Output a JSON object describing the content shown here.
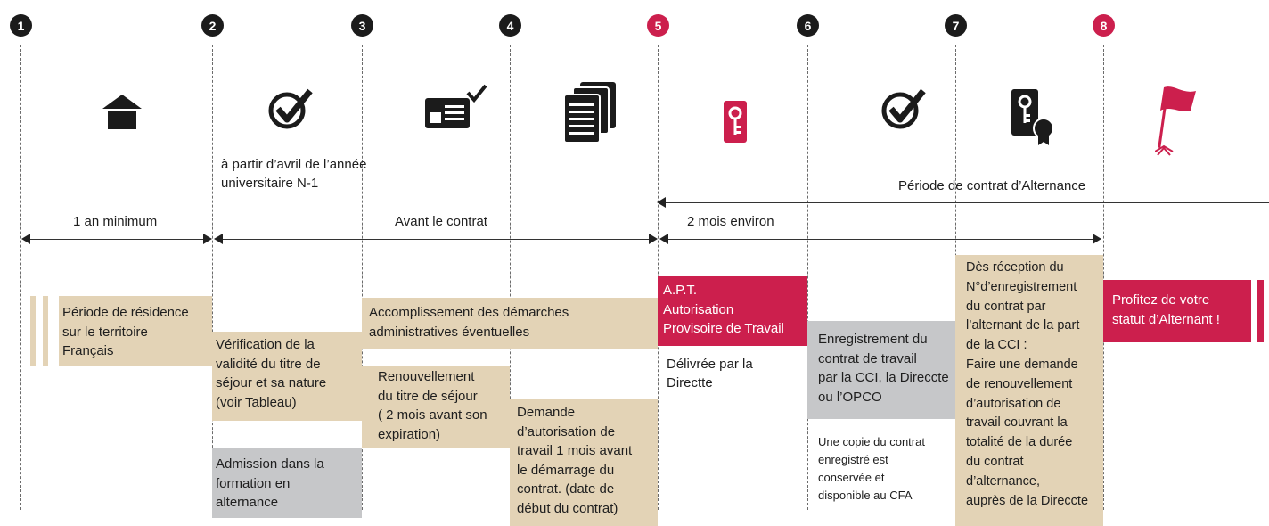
{
  "steps": [
    "1",
    "2",
    "3",
    "4",
    "5",
    "6",
    "7",
    "8"
  ],
  "icons": [
    "home-icon",
    "checkmark-icon",
    "id-card-check-icon",
    "documents-icon",
    "key-badge-icon",
    "checkmark-icon",
    "certificate-key-icon",
    "flag-icon"
  ],
  "colors": {
    "tan": "#e3d3b6",
    "grey": "#c6c7c9",
    "red": "#cc1f4d",
    "dark": "#1b1b1b"
  },
  "texts": {
    "step2_note": [
      "à partir d’avril de l’année",
      "universitaire N-1"
    ],
    "contract_period": "Période de contrat d’Alternance",
    "span_1an": "1 an minimum",
    "span_avant": "Avant le contrat",
    "span_2mois": "2 mois environ",
    "apt_note": [
      "Délivrée par la",
      "Directte"
    ],
    "copy_note": [
      "Une copie du contrat",
      "enregistré est",
      "conservée et",
      "disponible au CFA"
    ]
  },
  "boxes": {
    "residence": [
      "Période de résidence",
      "sur le territoire",
      "Français"
    ],
    "verification": [
      "Vérification de la",
      "validité du titre de",
      "séjour et sa nature",
      "(voir Tableau)"
    ],
    "admission": [
      "Admission dans la",
      "formation en",
      "alternance"
    ],
    "demarches": [
      "Accomplissement des démarches",
      "administratives éventuelles"
    ],
    "renouvellement": [
      "Renouvellement",
      "du titre de séjour",
      "( 2 mois avant son",
      "expiration)"
    ],
    "demande": [
      "Demande",
      "d’autorisation de",
      "travail 1 mois avant",
      "le démarrage du",
      "contrat. (date de",
      "début du contrat)"
    ],
    "apt": [
      "A.P.T.",
      "Autorisation",
      "Provisoire de Travail"
    ],
    "enregistrement": [
      "Enregistrement du",
      "contrat de travail",
      "par la CCI, la Direccte",
      "ou l’OPCO"
    ],
    "reception": [
      "Dès réception du",
      "N°d’enregistrement",
      "du contrat par",
      "l’alternant de la part",
      "de la CCI :",
      "Faire une demande",
      "de renouvellement",
      "d’autorisation de",
      "travail couvrant la",
      "totalité de la durée",
      "du contrat",
      "d’alternance,",
      "auprès de la Direccte"
    ],
    "profitez": [
      "Profitez de votre",
      "statut d’Alternant !"
    ]
  }
}
